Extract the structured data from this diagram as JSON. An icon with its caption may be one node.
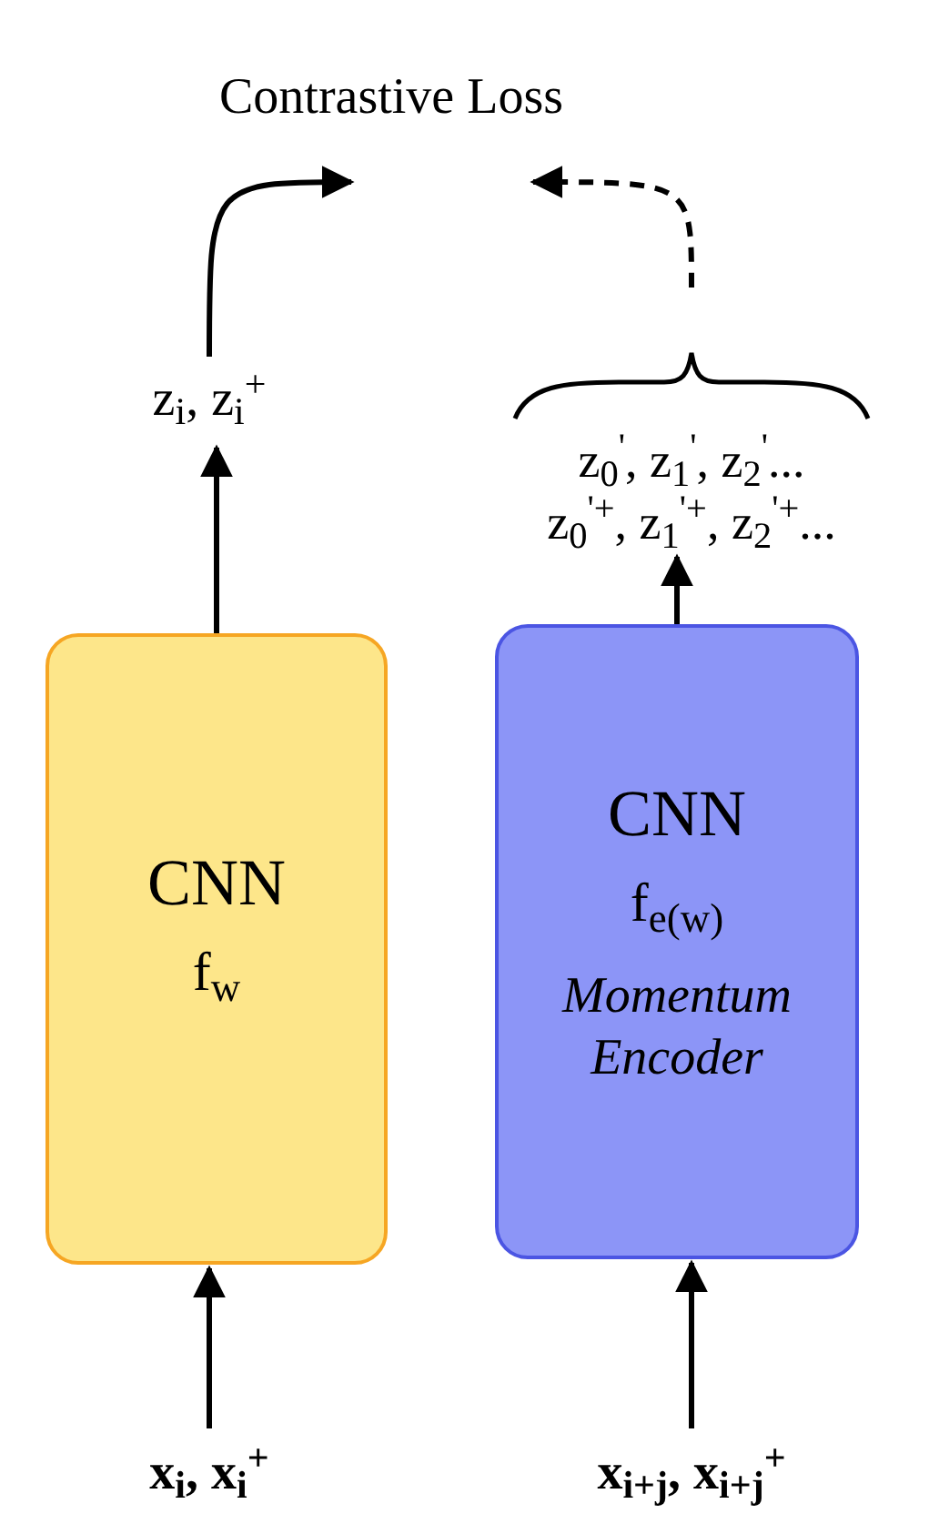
{
  "diagram": {
    "nodes": [
      {
        "text": [
          "Contrastive Loss"
        ]
      },
      {
        "text": [
          "z$_{i}$, z$_{i}$$^{+}$"
        ]
      },
      {
        "text": [
          "z$_{0}$$^{'}$, z$_{1}$$^{'}$, z$_{2}$$^{'}$...",
          "z$_{0}$$^{'+}$, z$_{1}$$^{'+}$, z$_{2}$$^{'+}$..."
        ]
      },
      {
        "text": [
          "CNN",
          "f$_{w}$"
        ]
      },
      {
        "text": [
          "CNN",
          "f$_{e(w)}$",
          "Momentum Encoder"
        ]
      },
      {
        "text": [
          "x$_{i}$, x$_{i}$$^{+}$"
        ]
      },
      {
        "text": [
          "x$_{i+j}$, x$_{i+j}$$^{+}$"
        ]
      }
    ],
    "edges": [
      {
        "from": 5,
        "to": 3,
        "arrow": "to"
      },
      {
        "from": 3,
        "to": 1,
        "arrow": "to"
      },
      {
        "from": 1,
        "to": 0,
        "arrow": "to"
      },
      {
        "from": 6,
        "to": 4,
        "arrow": "to"
      },
      {
        "from": 4,
        "to": 2,
        "arrow": "to"
      },
      {
        "from": 2,
        "to": 0,
        "arrow": "to",
        "style": "dashed"
      }
    ]
  }
}
